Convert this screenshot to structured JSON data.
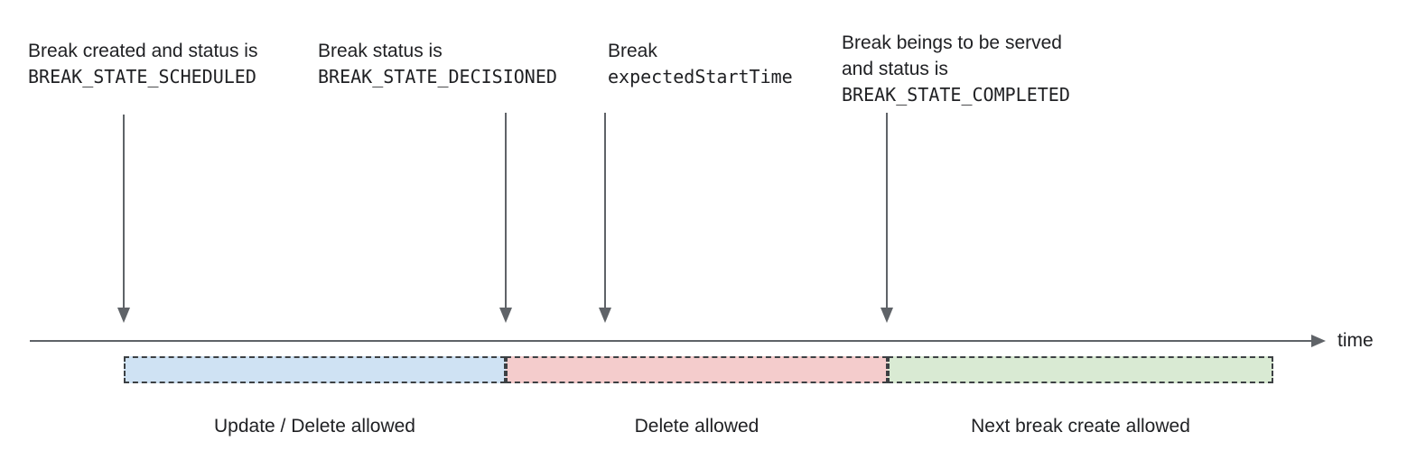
{
  "diagram": {
    "annotations": [
      {
        "line1": "Break created and status is",
        "code": "BREAK_STATE_SCHEDULED"
      },
      {
        "line1": "Break status is",
        "code": "BREAK_STATE_DECISIONED"
      },
      {
        "line1": "Break",
        "code": "expectedStartTime"
      },
      {
        "line1": "Break beings to be served",
        "line2": "and status is",
        "code": "BREAK_STATE_COMPLETED"
      }
    ],
    "timeline": {
      "axis_label": "time"
    },
    "segments": [
      {
        "label": "Update / Delete allowed",
        "fill": "#cfe2f3"
      },
      {
        "label": "Delete allowed",
        "fill": "#f4cccc"
      },
      {
        "label": "Next break create allowed",
        "fill": "#d9ead3"
      }
    ],
    "colors": {
      "arrow": "#5f6368",
      "segment_border": "#3c4043",
      "text": "#202124"
    }
  }
}
